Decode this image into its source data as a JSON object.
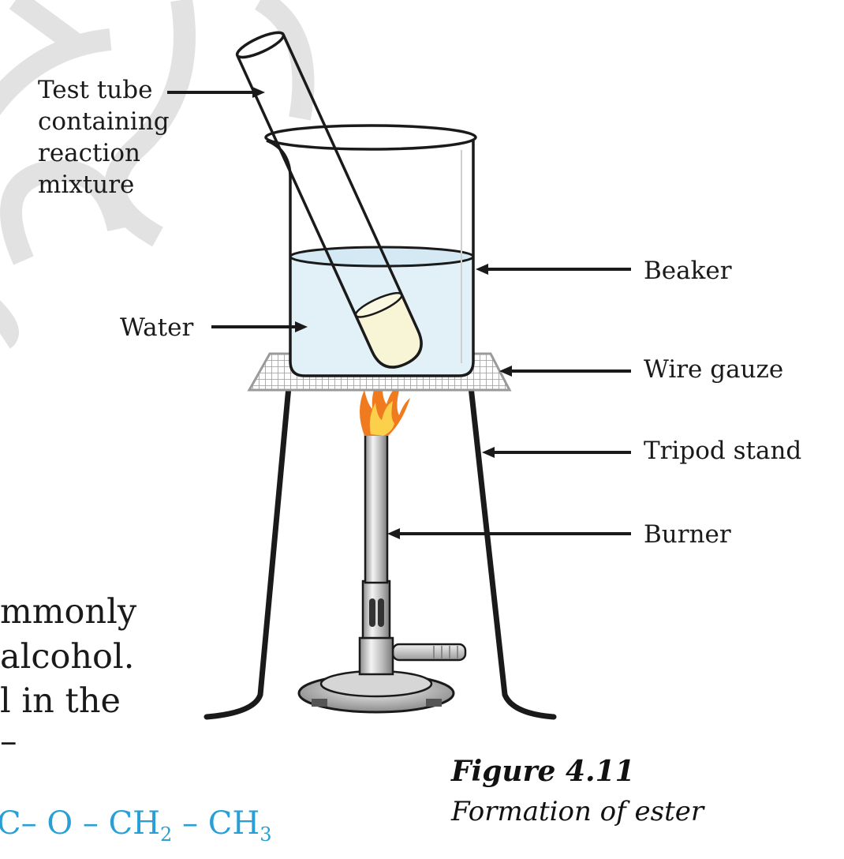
{
  "labels": {
    "test_tube": "Test tube containing reaction mixture",
    "water": "Water",
    "beaker": "Beaker",
    "wire_gauze": "Wire gauze",
    "tripod_stand": "Tripod stand",
    "burner": "Burner"
  },
  "caption": {
    "title": "Figure 4.11",
    "text": "Formation of ester"
  },
  "body_text": {
    "line1": "mmonly",
    "line2": "alcohol.",
    "line3": "l in the",
    "line4": "–"
  },
  "formula": {
    "part1": "C– O – CH",
    "sub1": "2",
    "part2": " – CH",
    "sub2": "3"
  },
  "colors": {
    "water": "#e2f1f8",
    "mixture": "#f8f5d6",
    "flame_outer": "#f07a1e",
    "flame_inner": "#fbd04a",
    "gauze": "#9a9a9a",
    "formula": "#2a9fd6",
    "watermark": "#d8d8d8"
  }
}
